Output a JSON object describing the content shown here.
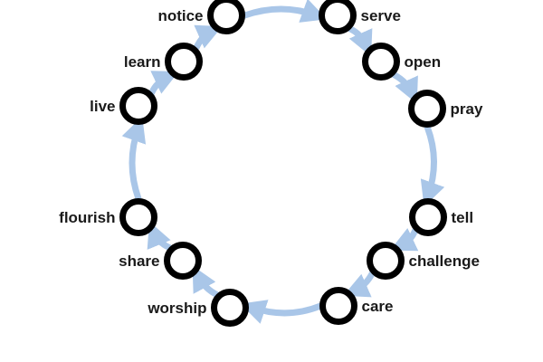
{
  "diagram": {
    "type": "cycle",
    "direction": "clockwise",
    "colors": {
      "background": "#ffffff",
      "node_stroke": "#000000",
      "node_fill": "#ffffff",
      "arrow": "#a9c6e8",
      "label": "#1a1a1a"
    },
    "nodes": [
      {
        "id": "notice",
        "label": "notice"
      },
      {
        "id": "serve",
        "label": "serve"
      },
      {
        "id": "open",
        "label": "open"
      },
      {
        "id": "pray",
        "label": "pray"
      },
      {
        "id": "tell",
        "label": "tell"
      },
      {
        "id": "challenge",
        "label": "challenge"
      },
      {
        "id": "care",
        "label": "care"
      },
      {
        "id": "worship",
        "label": "worship"
      },
      {
        "id": "share",
        "label": "share"
      },
      {
        "id": "flourish",
        "label": "flourish"
      },
      {
        "id": "live",
        "label": "live"
      },
      {
        "id": "learn",
        "label": "learn"
      }
    ]
  }
}
